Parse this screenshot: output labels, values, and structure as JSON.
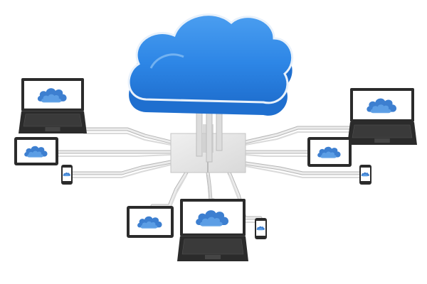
{
  "scene": {
    "subject": "cloud-computing-network",
    "colors": {
      "cloud_top": "#1f6fcf",
      "cloud_mid": "#2d86e6",
      "cloud_rim": "#dbe9f8",
      "hub": "#e3e3e3",
      "cable": "#d7d7d7",
      "cable_edge": "#b5b5b5",
      "device_body": "#2b2b2b",
      "keyboard": "#3a3a3a",
      "screen": "#ffffff",
      "screen_cloud": "#3d7fd0"
    },
    "devices": [
      {
        "id": "laptop-top-left",
        "type": "laptop"
      },
      {
        "id": "tablet-left",
        "type": "tablet"
      },
      {
        "id": "phone-left",
        "type": "phone"
      },
      {
        "id": "tablet-bottom-left",
        "type": "tablet"
      },
      {
        "id": "laptop-bottom-center",
        "type": "laptop"
      },
      {
        "id": "phone-bottom-right",
        "type": "phone"
      },
      {
        "id": "laptop-right",
        "type": "laptop"
      },
      {
        "id": "tablet-right",
        "type": "tablet"
      },
      {
        "id": "phone-right",
        "type": "phone"
      }
    ]
  }
}
